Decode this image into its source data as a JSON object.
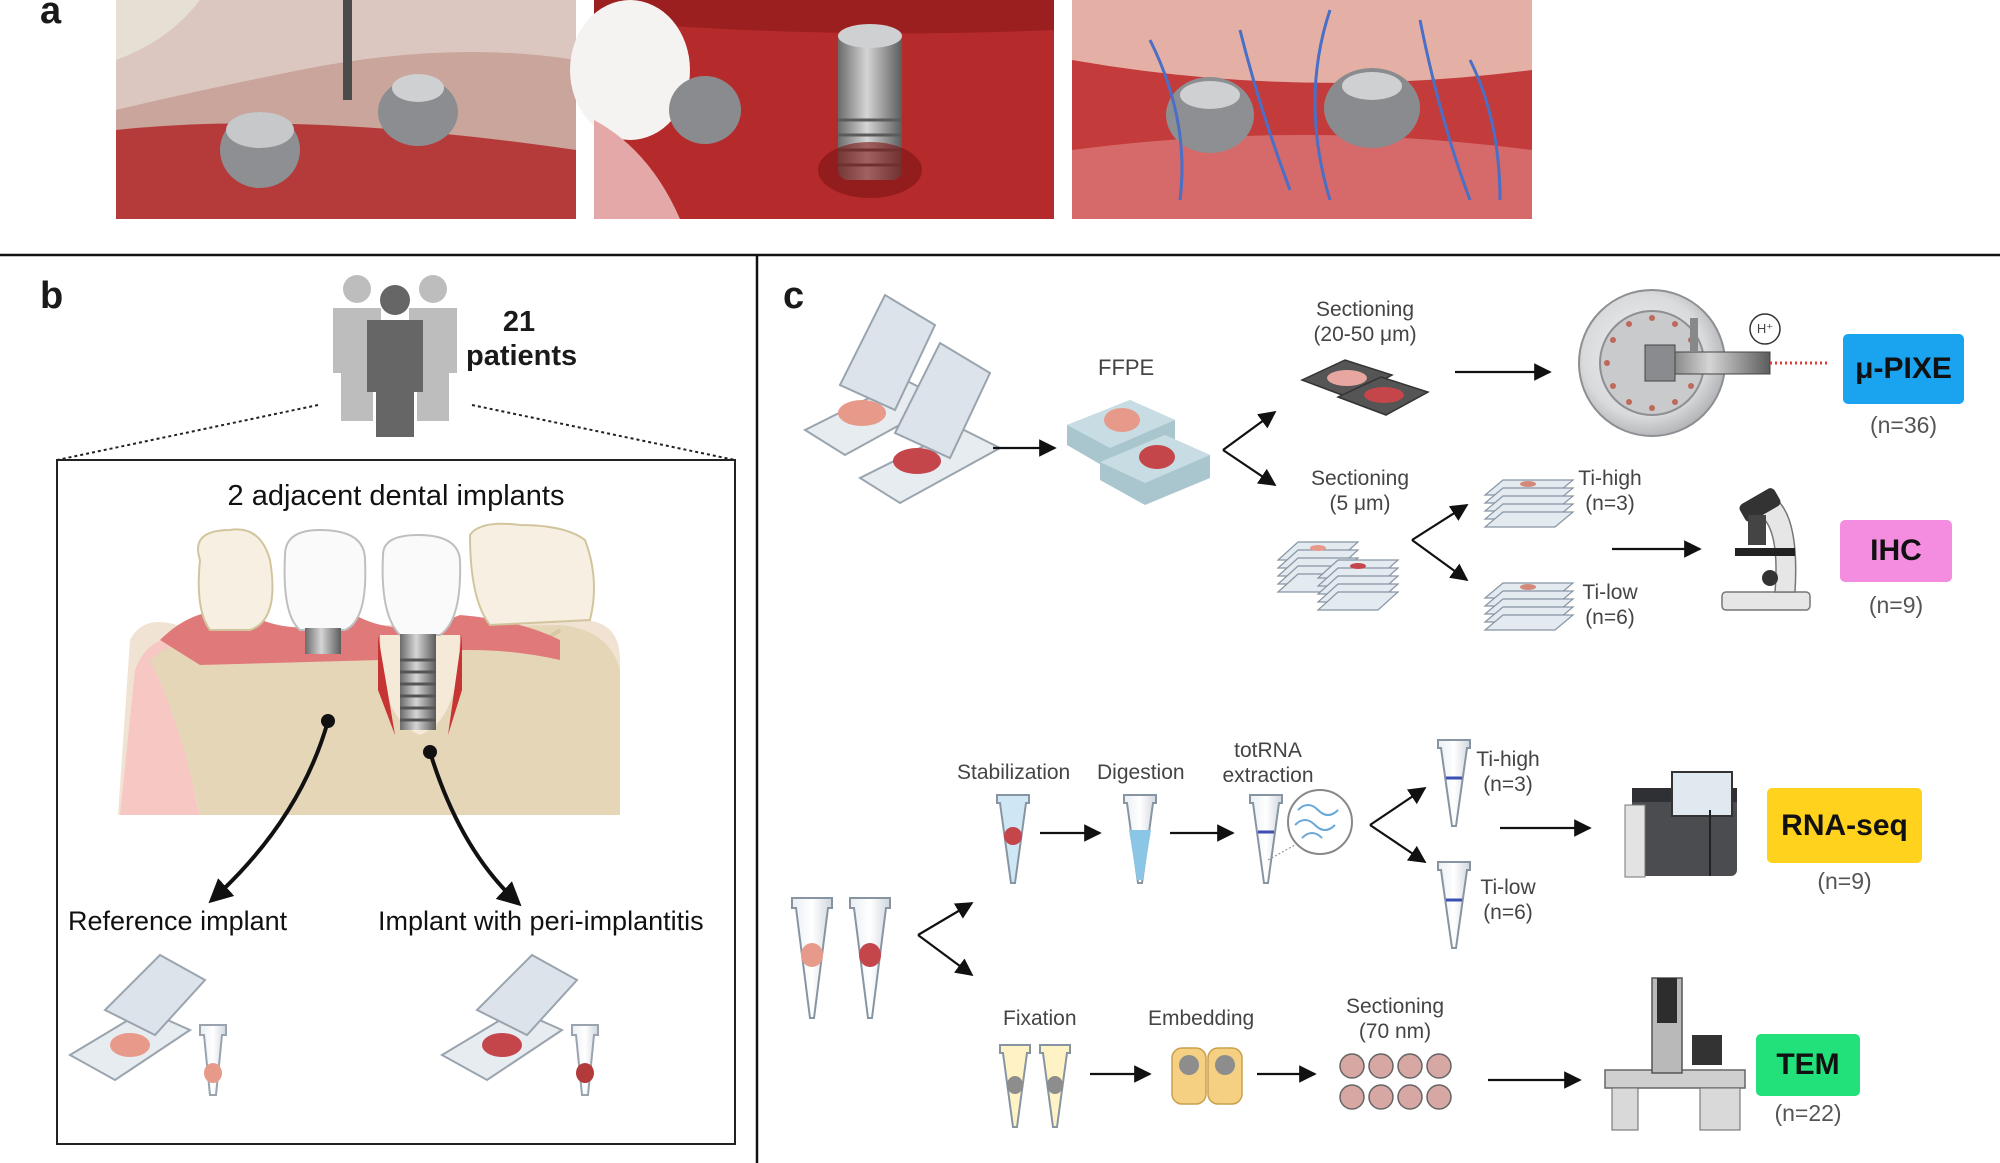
{
  "panels": {
    "a": "a",
    "b": "b",
    "c": "c"
  },
  "panel_b": {
    "count": "21",
    "count_label": "patients",
    "title": "2 adjacent dental implants",
    "left_label": "Reference implant",
    "right_label": "Implant with peri-implantitis"
  },
  "panel_c": {
    "ffpe": "FFPE",
    "sectioning_thick_1": "Sectioning",
    "sectioning_thick_2": "(20-50 μm)",
    "sectioning_thin_1": "Sectioning",
    "sectioning_thin_2": "(5 μm)",
    "proton_symbol": "H⁺",
    "ihc_high_1": "Ti-high",
    "ihc_high_2": "(n=3)",
    "ihc_low_1": "Ti-low",
    "ihc_low_2": "(n=6)",
    "pixe_label": "μ-PIXE",
    "pixe_n": "(n=36)",
    "ihc_label": "IHC",
    "ihc_n": "(n=9)",
    "stabilization": "Stabilization",
    "digestion": "Digestion",
    "totrna_1": "totRNA",
    "totrna_2": "extraction",
    "rna_high_1": "Ti-high",
    "rna_high_2": "(n=3)",
    "rna_low_1": "Ti-low",
    "rna_low_2": "(n=6)",
    "rnaseq_label": "RNA-seq",
    "rnaseq_n": "(n=9)",
    "fixation": "Fixation",
    "embedding": "Embedding",
    "sectioning_tem_1": "Sectioning",
    "sectioning_tem_2": "(70 nm)",
    "tem_label": "TEM",
    "tem_n": "(n=22)"
  },
  "colors": {
    "pixe": "#1aa3ee",
    "ihc": "#f48de0",
    "rnaseq": "#ffd21e",
    "tem": "#22e07a",
    "tissue": "#c4545a",
    "gum": "#b91c22"
  }
}
